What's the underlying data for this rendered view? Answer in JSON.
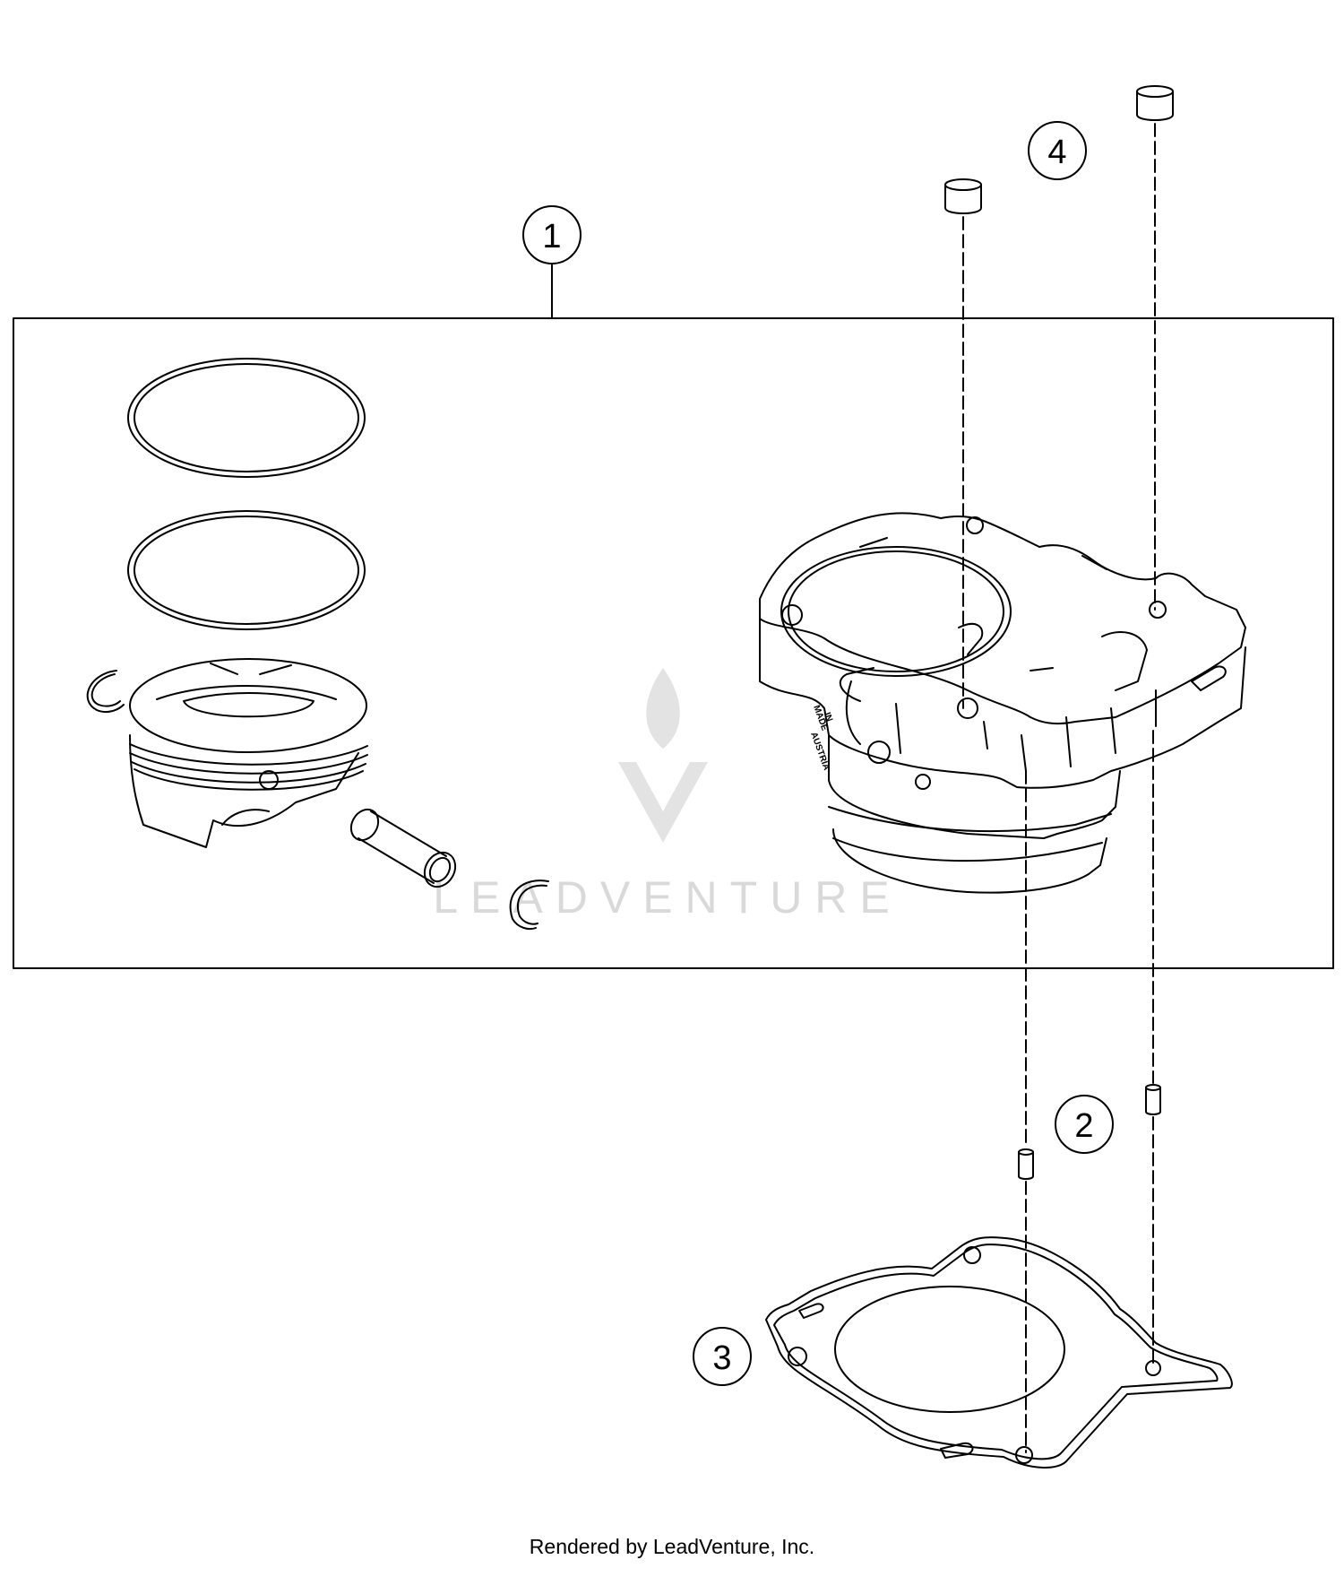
{
  "callouts": {
    "c1": "1",
    "c2": "2",
    "c3": "3",
    "c4": "4"
  },
  "watermark": "LEADVENTURE",
  "cylinder_stamp": [
    "MADE",
    "IN",
    "AUSTRIA"
  ],
  "footer": "Rendered by LeadVenture, Inc.",
  "colors": {
    "line": "#000000",
    "watermark": "#d9d9d9",
    "background": "#ffffff"
  }
}
